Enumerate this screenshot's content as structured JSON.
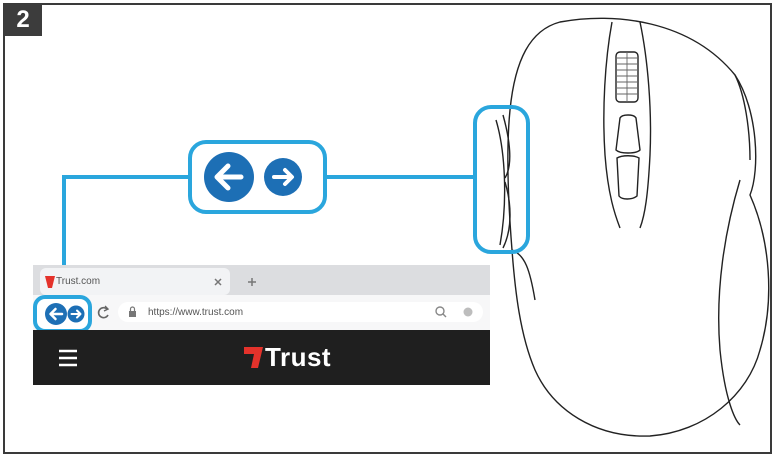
{
  "step": {
    "number": "2"
  },
  "browser": {
    "tab_title": "Trust.com",
    "url": "https://www.trust.com",
    "brand_name": "Trust"
  },
  "colors": {
    "accent": "#2aa6dd",
    "button_blue": "#1d6fb5",
    "header_dark": "#1f1f1f",
    "frame": "#3a3a3a"
  },
  "icons": {
    "back": "arrow-left-icon",
    "forward": "arrow-right-icon",
    "reload": "reload-icon",
    "lock": "lock-icon",
    "menu": "hamburger-icon",
    "new_tab": "plus-icon",
    "close_tab": "close-icon"
  }
}
